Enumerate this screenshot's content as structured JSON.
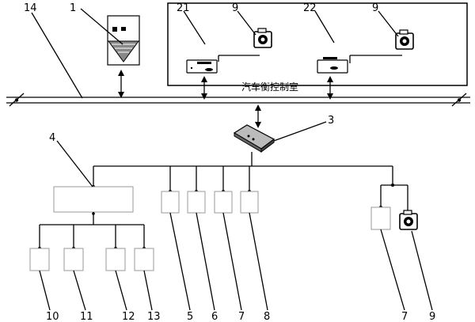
{
  "control_room_label": "汽车衡控制室",
  "labels": {
    "n1": "1",
    "n14": "14",
    "n21": "21",
    "n9a": "9",
    "n22": "22",
    "n9b": "9",
    "n3": "3",
    "n4": "4",
    "n10": "10",
    "n11": "11",
    "n12": "12",
    "n13": "13",
    "n5": "5",
    "n6": "6",
    "n7a": "7",
    "n8": "8",
    "n7b": "7",
    "n9c": "9"
  },
  "icons": {
    "camera": "camera-icon",
    "computer": "computer-icon",
    "switch": "network-switch-icon",
    "printer": "printer-icon"
  }
}
